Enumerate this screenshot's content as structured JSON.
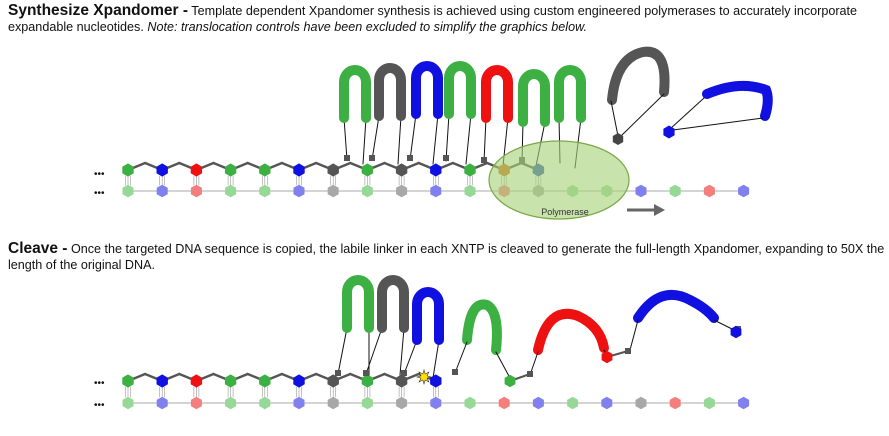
{
  "synthesize": {
    "heading": "Synthesize Xpandomer -",
    "body": "Template dependent Xpandomer synthesis is achieved using custom engineered polymerases to accurately incorporate expandable nucleotides.",
    "note": "Note: translocation controls have been excluded to simplify the graphics below."
  },
  "cleave": {
    "heading": "Cleave -",
    "body": "Once the targeted DNA sequence is copied, the labile linker in each XNTP is cleaved to generate the full-length Xpandomer, expanding to 50X the length of the original DNA."
  },
  "polymerase_label": "Polymerase",
  "ellipsis": "•••",
  "colors": {
    "green": "#3cb043",
    "blue": "#1010e0",
    "red": "#ee1111",
    "gray": "#555555",
    "light_green": "#96d896",
    "light_blue": "#8080ee",
    "light_red": "#f47d7d",
    "light_gray": "#a8a8a8",
    "polymerase_fill": "#a8d27a"
  },
  "diagram1": {
    "template_strand": [
      "G",
      "B",
      "R",
      "G",
      "G",
      "B",
      "K",
      "G",
      "K",
      "B",
      "G",
      "R",
      "K",
      "G",
      "G",
      "B",
      "G",
      "R",
      "B"
    ],
    "copy_strand": [
      "G",
      "B",
      "R",
      "G",
      "G",
      "B",
      "K",
      "G",
      "K",
      "B",
      "G",
      "O",
      "N"
    ],
    "incorporated_xntps": [
      "G",
      "K",
      "B",
      "G",
      "R",
      "G",
      "G"
    ],
    "free_xntps": [
      "K",
      "B"
    ]
  },
  "diagram2": {
    "template_strand": [
      "G",
      "B",
      "R",
      "G",
      "G",
      "B",
      "K",
      "G",
      "K",
      "B",
      "G",
      "R",
      "B",
      "G",
      "B",
      "K",
      "R",
      "G",
      "B"
    ],
    "copy_strand": [
      "G",
      "B",
      "R",
      "G",
      "G",
      "B",
      "K",
      "G",
      "K",
      "B"
    ],
    "cleaved_reporters": [
      "G",
      "K",
      "B",
      "G",
      "R",
      "B"
    ]
  }
}
